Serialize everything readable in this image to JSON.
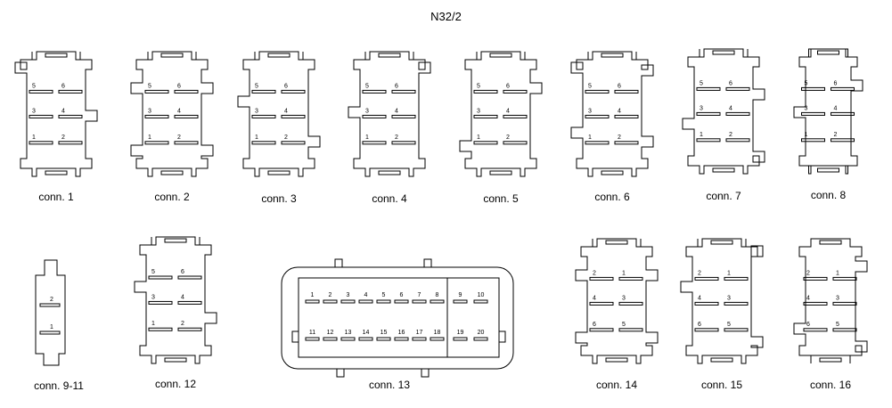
{
  "title": "N32/2",
  "connectors": [
    {
      "label": "conn. 1",
      "pins": [
        {
          "a": "5",
          "b": "6"
        },
        {
          "a": "3",
          "b": "4"
        },
        {
          "a": "1",
          "b": "2"
        }
      ]
    },
    {
      "label": "conn. 2",
      "pins": [
        {
          "a": "5",
          "b": "6"
        },
        {
          "a": "3",
          "b": "4"
        },
        {
          "a": "1",
          "b": "2"
        }
      ]
    },
    {
      "label": "conn. 3",
      "pins": [
        {
          "a": "5",
          "b": "6"
        },
        {
          "a": "3",
          "b": "4"
        },
        {
          "a": "1",
          "b": "2"
        }
      ]
    },
    {
      "label": "conn. 4",
      "pins": [
        {
          "a": "5",
          "b": "6"
        },
        {
          "a": "3",
          "b": "4"
        },
        {
          "a": "1",
          "b": "2"
        }
      ]
    },
    {
      "label": "conn. 5",
      "pins": [
        {
          "a": "5",
          "b": "6"
        },
        {
          "a": "3",
          "b": "4"
        },
        {
          "a": "1",
          "b": "2"
        }
      ]
    },
    {
      "label": "conn. 6",
      "pins": [
        {
          "a": "5",
          "b": "6"
        },
        {
          "a": "3",
          "b": "4"
        },
        {
          "a": "1",
          "b": "2"
        }
      ]
    },
    {
      "label": "conn. 7",
      "pins": [
        {
          "a": "5",
          "b": "6"
        },
        {
          "a": "3",
          "b": "4"
        },
        {
          "a": "1",
          "b": "2"
        }
      ]
    },
    {
      "label": "conn. 8",
      "pins": [
        {
          "a": "5",
          "b": "6"
        },
        {
          "a": "3",
          "b": "4"
        },
        {
          "a": "1",
          "b": "2"
        }
      ]
    },
    {
      "label": "conn. 9-11",
      "pins": [
        "2",
        "1"
      ]
    },
    {
      "label": "conn. 12",
      "pins": [
        {
          "a": "5",
          "b": "6"
        },
        {
          "a": "3",
          "b": "4"
        },
        {
          "a": "1",
          "b": "2"
        }
      ]
    },
    {
      "label": "conn. 13",
      "top_pins": [
        "1",
        "2",
        "3",
        "4",
        "5",
        "6",
        "7",
        "8",
        "9",
        "10"
      ],
      "bottom_pins": [
        "11",
        "12",
        "13",
        "14",
        "15",
        "16",
        "17",
        "18",
        "19",
        "20"
      ]
    },
    {
      "label": "conn. 14",
      "pins": [
        {
          "a": "2",
          "b": "1"
        },
        {
          "a": "4",
          "b": "3"
        },
        {
          "a": "6",
          "b": "5"
        }
      ]
    },
    {
      "label": "conn. 15",
      "pins": [
        {
          "a": "2",
          "b": "1"
        },
        {
          "a": "4",
          "b": "3"
        },
        {
          "a": "6",
          "b": "5"
        }
      ]
    },
    {
      "label": "conn. 16",
      "pins": [
        {
          "a": "2",
          "b": "1"
        },
        {
          "a": "4",
          "b": "3"
        },
        {
          "a": "6",
          "b": "5"
        }
      ]
    }
  ]
}
